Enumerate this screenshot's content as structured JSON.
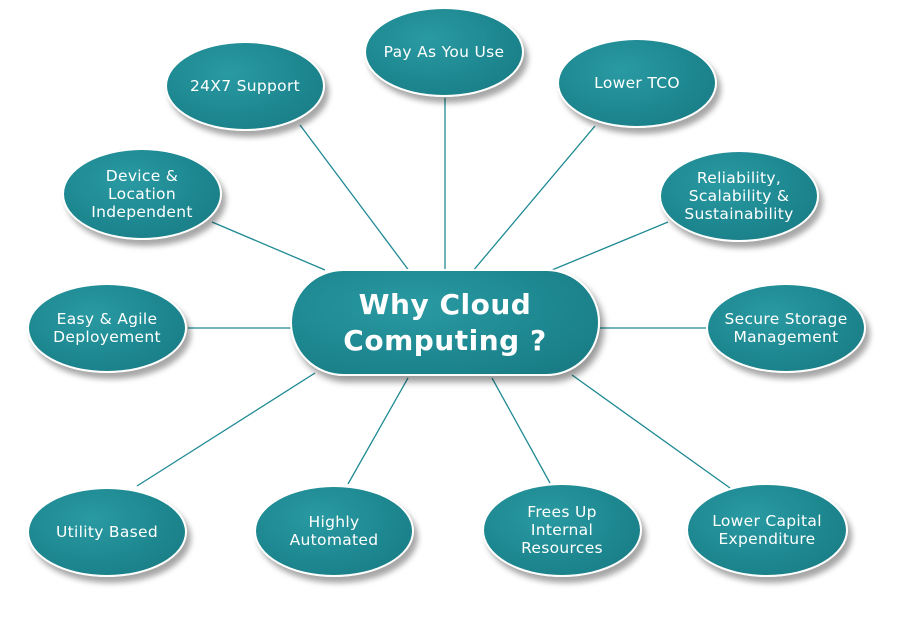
{
  "diagram": {
    "center": {
      "title": "Why Cloud\nComputing ?"
    },
    "nodes": [
      {
        "id": "pay-as-you-use",
        "label": "Pay As You Use"
      },
      {
        "id": "24x7-support",
        "label": "24X7 Support"
      },
      {
        "id": "lower-tco",
        "label": "Lower TCO"
      },
      {
        "id": "device-location-independent",
        "label": "Device &\nLocation\nIndependent"
      },
      {
        "id": "reliability-scalability-sustainability",
        "label": "Reliability,\nScalability &\nSustainability"
      },
      {
        "id": "easy-agile-deployement",
        "label": "Easy & Agile\nDeployement"
      },
      {
        "id": "secure-storage-management",
        "label": "Secure Storage\nManagement"
      },
      {
        "id": "utility-based",
        "label": "Utility Based"
      },
      {
        "id": "highly-automated",
        "label": "Highly\nAutomated"
      },
      {
        "id": "frees-up-internal-resources",
        "label": "Frees Up\nInternal\nResources"
      },
      {
        "id": "lower-capital-expenditure",
        "label": "Lower Capital\nExpenditure"
      }
    ],
    "colors": {
      "node_fill": "#1d8790",
      "node_border": "#ffffff",
      "connector": "#1f8a92",
      "text": "#ffffff"
    }
  }
}
